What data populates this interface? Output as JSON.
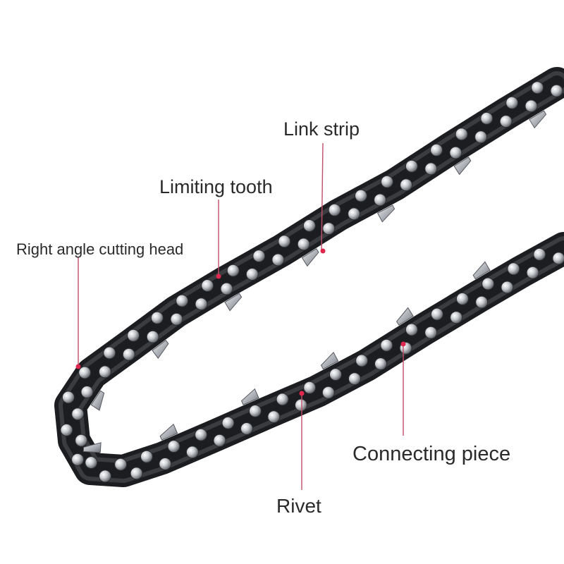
{
  "labels": {
    "link_strip": "Link strip",
    "limiting_tooth": "Limiting tooth",
    "right_angle_cutting_head": "Right angle cutting head",
    "connecting_piece": "Connecting piece",
    "rivet": "Rivet"
  },
  "colors": {
    "leader_line": "#c0506a",
    "marker_dot": "#e0284f",
    "chain_dark": "#1c1d20",
    "chain_steel": "#9ea2a8",
    "rivet_highlight": "#f2f2f2"
  }
}
